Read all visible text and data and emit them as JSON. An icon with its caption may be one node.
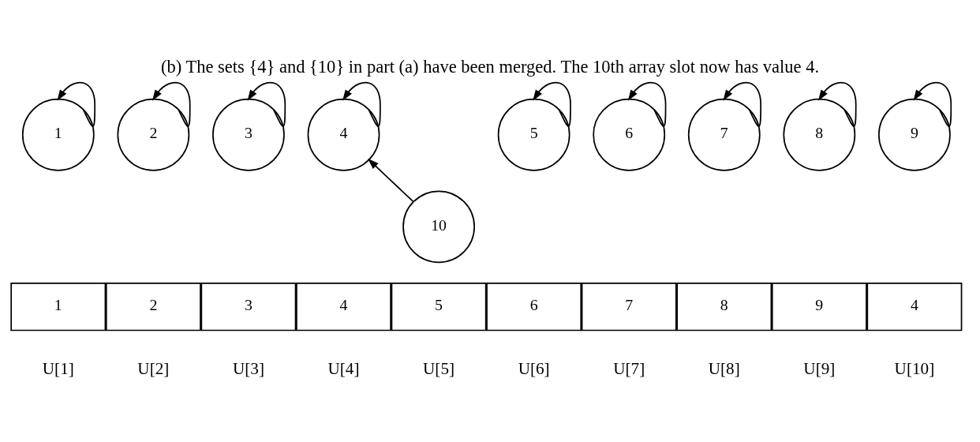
{
  "diagram": {
    "title": "(b) The sets {4} and {10} in part (a) have been merged. The 10th array slot now has value 4.",
    "nodes": [
      {
        "text": [
          "1"
        ]
      },
      {
        "text": [
          "2"
        ]
      },
      {
        "text": [
          "3"
        ]
      },
      {
        "text": [
          "4"
        ]
      },
      {
        "text": [
          "5"
        ]
      },
      {
        "text": [
          "6"
        ]
      },
      {
        "text": [
          "7"
        ]
      },
      {
        "text": [
          "8"
        ]
      },
      {
        "text": [
          "9"
        ]
      },
      {
        "text": [
          "10"
        ]
      },
      {
        "text": [
          "1"
        ],
        "beside": [
          "U[1]"
        ]
      },
      {
        "text": [
          "2"
        ],
        "beside": [
          "U[2]"
        ]
      },
      {
        "text": [
          "3"
        ],
        "beside": [
          "U[3]"
        ]
      },
      {
        "text": [
          "4"
        ],
        "beside": [
          "U[4]"
        ]
      },
      {
        "text": [
          "5"
        ],
        "beside": [
          "U[5]"
        ]
      },
      {
        "text": [
          "6"
        ],
        "beside": [
          "U[6]"
        ]
      },
      {
        "text": [
          "7"
        ],
        "beside": [
          "U[7]"
        ]
      },
      {
        "text": [
          "8"
        ],
        "beside": [
          "U[8]"
        ]
      },
      {
        "text": [
          "9"
        ],
        "beside": [
          "U[9]"
        ]
      },
      {
        "text": [
          "4"
        ],
        "beside": [
          "U[10]"
        ]
      }
    ],
    "edges": [
      {
        "from": 0,
        "to": 0,
        "arrow": "to"
      },
      {
        "from": 1,
        "to": 1,
        "arrow": "to"
      },
      {
        "from": 2,
        "to": 2,
        "arrow": "to"
      },
      {
        "from": 3,
        "to": 3,
        "arrow": "to"
      },
      {
        "from": 4,
        "to": 4,
        "arrow": "to"
      },
      {
        "from": 5,
        "to": 5,
        "arrow": "to"
      },
      {
        "from": 6,
        "to": 6,
        "arrow": "to"
      },
      {
        "from": 7,
        "to": 7,
        "arrow": "to"
      },
      {
        "from": 8,
        "to": 8,
        "arrow": "to"
      },
      {
        "from": 9,
        "to": 3,
        "arrow": "to"
      }
    ]
  }
}
